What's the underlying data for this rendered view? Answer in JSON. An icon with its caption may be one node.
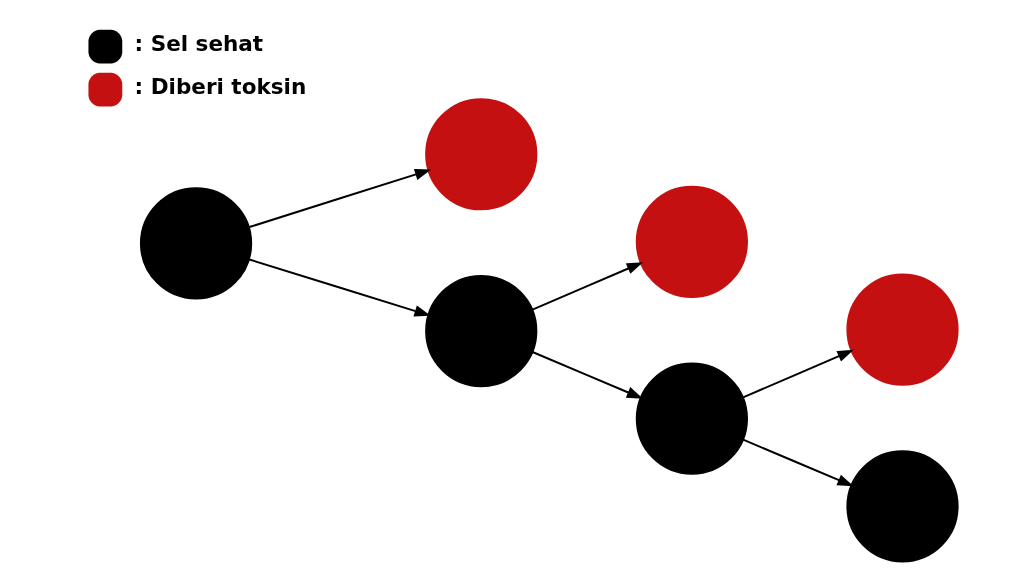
{
  "diagram": {
    "nodes": [
      {
        "text": [],
        "shape": "circle"
      },
      {
        "text": [],
        "shape": "circle"
      },
      {
        "text": [],
        "shape": "circle"
      },
      {
        "text": [],
        "shape": "circle"
      },
      {
        "text": [],
        "shape": "circle"
      },
      {
        "text": [],
        "shape": "circle"
      },
      {
        "text": [],
        "shape": "circle"
      }
    ],
    "edges": [
      {
        "from": 3,
        "to": 0,
        "arrow": "to"
      },
      {
        "from": 3,
        "to": 4,
        "arrow": "to"
      },
      {
        "from": 4,
        "to": 1,
        "arrow": "to"
      },
      {
        "from": 4,
        "to": 5,
        "arrow": "to"
      },
      {
        "from": 5,
        "to": 2,
        "arrow": "to"
      },
      {
        "from": 5,
        "to": 6,
        "arrow": "to"
      }
    ],
    "legend": [
      {
        "text": ": Sel sehat",
        "color": "#000000"
      },
      {
        "text": ": Diberi toksin",
        "color": "#c41010"
      }
    ]
  }
}
